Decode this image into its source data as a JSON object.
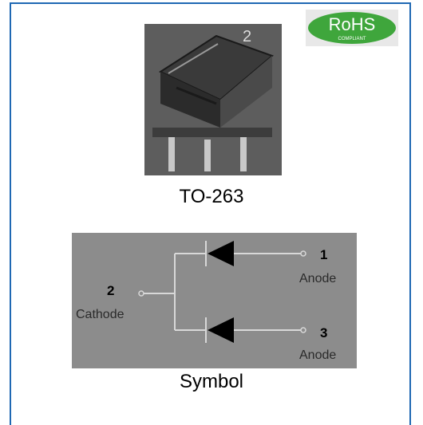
{
  "rohs_badge": {
    "text": "RoHS",
    "subtext": "COMPLIANT",
    "color": "#3fa63c"
  },
  "package": {
    "label": "TO-263",
    "pin_marking": "2"
  },
  "symbol": {
    "label": "Symbol",
    "pins": [
      {
        "number": "2",
        "name": "Cathode"
      },
      {
        "number": "1",
        "name": "Anode"
      },
      {
        "number": "3",
        "name": "Anode"
      }
    ]
  },
  "colors": {
    "frame": "#1f68b3",
    "symbol_bg": "#8c8c8c"
  }
}
